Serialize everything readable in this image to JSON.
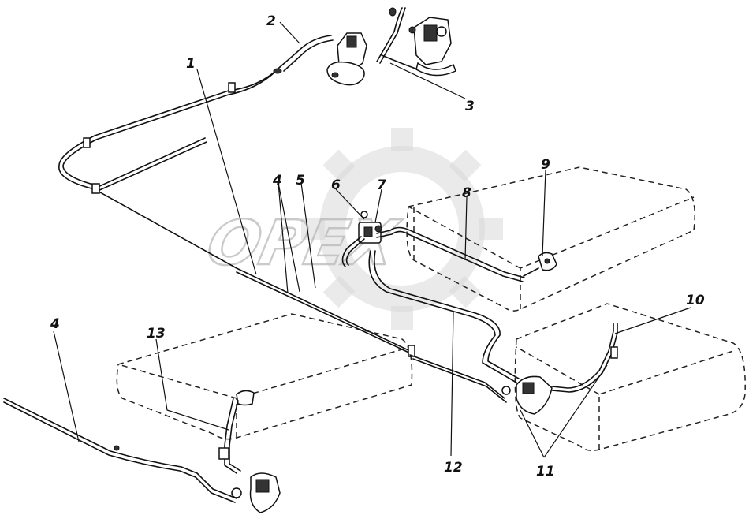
{
  "diagram": {
    "watermark": "OPEX",
    "callouts": [
      {
        "id": "c1",
        "text": "1"
      },
      {
        "id": "c2",
        "text": "2"
      },
      {
        "id": "c3",
        "text": "3"
      },
      {
        "id": "c4a",
        "text": "4"
      },
      {
        "id": "c4b",
        "text": "4"
      },
      {
        "id": "c5",
        "text": "5"
      },
      {
        "id": "c6",
        "text": "6"
      },
      {
        "id": "c7",
        "text": "7"
      },
      {
        "id": "c8",
        "text": "8"
      },
      {
        "id": "c9",
        "text": "9"
      },
      {
        "id": "c10",
        "text": "10"
      },
      {
        "id": "c11",
        "text": "11"
      },
      {
        "id": "c12",
        "text": "12"
      },
      {
        "id": "c13",
        "text": "13"
      }
    ]
  }
}
